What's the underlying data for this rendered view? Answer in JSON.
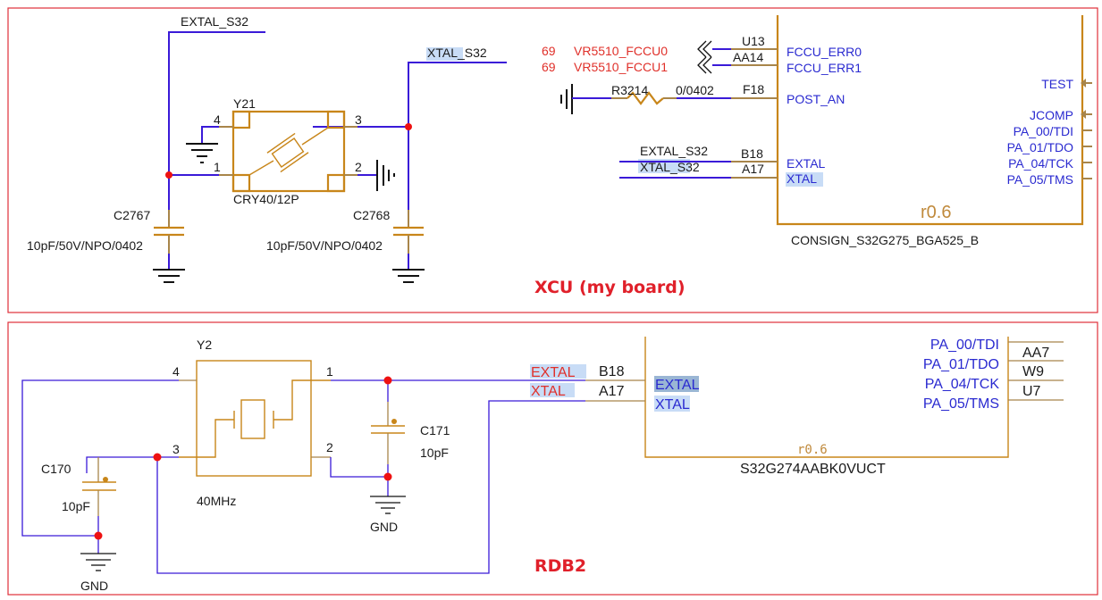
{
  "panels": {
    "top": {
      "title": "XCU (my board)",
      "nets": {
        "extal": "EXTAL_S32",
        "xtal": "XTAL_S32"
      },
      "crystal": {
        "ref": "Y21",
        "value": "CRY40/12P",
        "pins": [
          "1",
          "2",
          "3",
          "4"
        ]
      },
      "cap_left": {
        "ref": "C2767",
        "value": "10pF/50V/NPO/0402"
      },
      "cap_right": {
        "ref": "C2768",
        "value": "10pF/50V/NPO/0402"
      },
      "offpage": [
        {
          "page": "69",
          "net": "VR5510_FCCU0"
        },
        {
          "page": "69",
          "net": "VR5510_FCCU1"
        }
      ],
      "resistor": {
        "ref": "R3214",
        "value": "0/0402"
      },
      "ic": {
        "part": "CONSIGN_S32G275_BGA525_B",
        "revision": "r0.6",
        "left_pins": [
          {
            "ball": "U13",
            "name": "FCCU_ERR0"
          },
          {
            "ball": "AA14",
            "name": "FCCU_ERR1"
          },
          {
            "ball": "F18",
            "name": "POST_AN"
          },
          {
            "ball": "B18",
            "name": "EXTAL"
          },
          {
            "ball": "A17",
            "name": "XTAL"
          }
        ],
        "right_pins": [
          "TEST",
          "JCOMP",
          "PA_00/TDI",
          "PA_01/TDO",
          "PA_04/TCK",
          "PA_05/TMS"
        ],
        "net_labels": [
          "EXTAL_S32",
          "XTAL_S32"
        ]
      }
    },
    "bottom": {
      "title": "RDB2",
      "crystal": {
        "ref": "Y2",
        "value": "40MHz",
        "pins": [
          "1",
          "2",
          "3",
          "4"
        ]
      },
      "cap_left": {
        "ref": "C170",
        "value": "10pF"
      },
      "cap_right": {
        "ref": "C171",
        "value": "10pF"
      },
      "gnd_label": "GND",
      "net_labels": [
        "EXTAL",
        "XTAL"
      ],
      "ic": {
        "part": "S32G274AABK0VUCT",
        "revision": "r0.6",
        "left_pins": [
          {
            "ball": "B18",
            "name": "EXTAL"
          },
          {
            "ball": "A17",
            "name": "XTAL"
          }
        ],
        "right_pins": [
          {
            "name": "PA_00/TDI",
            "ball": "AA7"
          },
          {
            "name": "PA_01/TDO",
            "ball": "W9"
          },
          {
            "name": "PA_04/TCK",
            "ball": "U7"
          },
          {
            "name": "PA_05/TMS",
            "ball": ""
          }
        ]
      }
    }
  },
  "colors": {
    "wire": "#3a1ad8",
    "part": "#c8861a",
    "frame": "#e0303a",
    "junction": "#ee1111",
    "highlight": "#c8dcf6"
  }
}
